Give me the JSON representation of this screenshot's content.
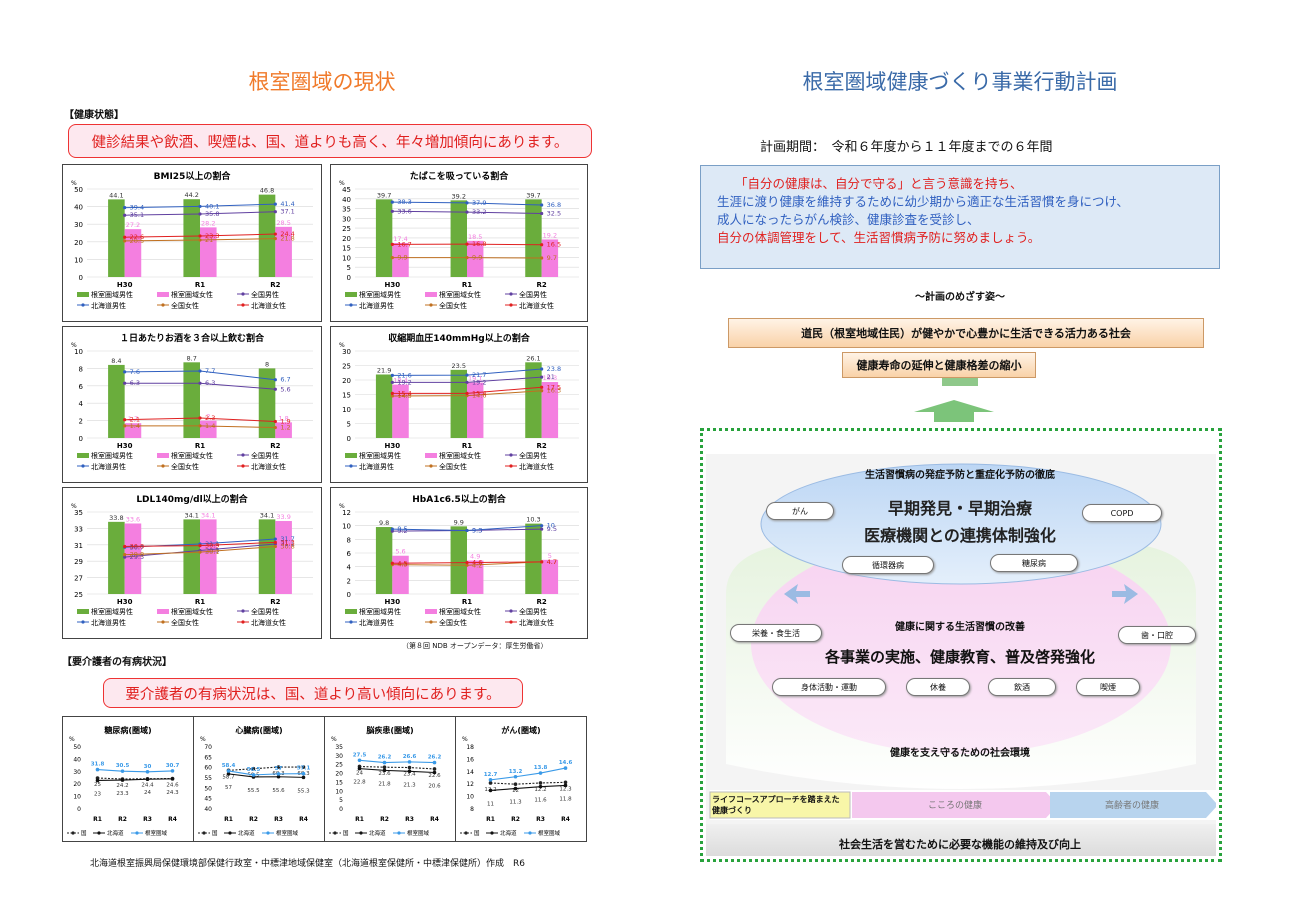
{
  "left": {
    "title": "根室圏域の現状",
    "health_section": "【健康状態】",
    "health_banner": "健診結果や飲酒、喫煙は、国、道よりも高く、年々増加傾向にあります。",
    "source": "（第８回 NDB オープンデータ：厚生労働省）",
    "care_section": "【要介護者の有病状況】",
    "care_banner": "要介護者の有病状況は、国、道より高い傾向にあります。",
    "footer": "北海道根室振興局保健環境部保健行政室・中標津地域保健室（北海道根室保健所・中標津保健所）作成　R6"
  },
  "right": {
    "title": "根室圏域健康づくり事業行動計画",
    "plan_period": "計画期間：　令和６年度から１１年度までの６年間",
    "msg_line1": "「自分の健康は、自分で守る」と言う意識を持ち、",
    "msg_line2": "生涯に渡り健康を維持するために幼少期から適正な生活習慣を身につけ、",
    "msg_line3": "成人になったらがん検診、健康診査を受診し、",
    "msg_line4": "自分の体調管理をして、生活習慣病予防に努めましょう。",
    "mezasu": "～計画のめざす姿～",
    "vision": "道民（根室地域住民）が健やかで心豊かに生活できる活力ある社会",
    "goal": "健康寿命の延伸と健康格差の縮小",
    "layer1_title": "生活習慣病の発症予防と重症化予防の徹底",
    "layer1_main1": "早期発見・早期治療",
    "layer1_main2": "医療機関との連携体制強化",
    "pill_gan": "がん",
    "pill_copd": "COPD",
    "pill_junkanki": "循環器病",
    "pill_tonyo": "糖尿病",
    "layer2_title": "健康に関する生活習慣の改善",
    "layer2_main": "各事業の実施、健康教育、普及啓発強化",
    "pill_eiyo": "栄養・食生活",
    "pill_ha": "歯・口腔",
    "pill_shintai": "身体活動・運動",
    "pill_kyuyo": "休養",
    "pill_inshu": "飲酒",
    "pill_kitsuen": "喫煙",
    "layer3_title": "健康を支え守るための社会環境",
    "lifecourse": "ライフコースアプローチを踏まえた健康づくり",
    "kokoro": "こころの健康",
    "koreisha": "高齢者の健康",
    "bottom": "社会生活を営むために必要な機能の維持及び向上"
  },
  "colors": {
    "green": "#6aad3c",
    "pink": "#f47fe0",
    "blue": "#3060c0",
    "purple": "#6040a0",
    "brown": "#c07020",
    "red": "#e02020"
  },
  "chart_data": [
    {
      "type": "bar",
      "title": "BMI25以上の割合",
      "ylabel": "%",
      "categories": [
        "H30",
        "R1",
        "R2"
      ],
      "ylim": [
        0,
        50
      ],
      "yticks": [
        0,
        10,
        20,
        30,
        40,
        50
      ],
      "series": [
        {
          "name": "根室圏域男性",
          "kind": "bar",
          "values": [
            44.1,
            44.2,
            46.8
          ]
        },
        {
          "name": "根室圏域女性",
          "kind": "bar",
          "values": [
            27.2,
            28.2,
            28.5
          ]
        },
        {
          "name": "全国男性",
          "kind": "line",
          "values": [
            35.1,
            35.8,
            37.1
          ]
        },
        {
          "name": "北海道男性",
          "kind": "line",
          "values": [
            39.4,
            40.1,
            41.4
          ]
        },
        {
          "name": "全国女性",
          "kind": "line",
          "values": [
            20.5,
            21.0,
            21.8
          ]
        },
        {
          "name": "北海道女性",
          "kind": "line",
          "values": [
            22.6,
            23.3,
            24.4
          ]
        }
      ]
    },
    {
      "type": "bar",
      "title": "たばこを吸っている割合",
      "ylabel": "%",
      "categories": [
        "H30",
        "R1",
        "R2"
      ],
      "ylim": [
        0,
        45
      ],
      "yticks": [
        0,
        5,
        10,
        15,
        20,
        25,
        30,
        35,
        40,
        45
      ],
      "series": [
        {
          "name": "根室圏域男性",
          "kind": "bar",
          "values": [
            39.7,
            39.2,
            39.7
          ]
        },
        {
          "name": "根室圏域女性",
          "kind": "bar",
          "values": [
            17.4,
            18.5,
            19.2
          ]
        },
        {
          "name": "全国男性",
          "kind": "line",
          "values": [
            33.6,
            33.2,
            32.5
          ]
        },
        {
          "name": "北海道男性",
          "kind": "line",
          "values": [
            38.3,
            37.9,
            36.8
          ]
        },
        {
          "name": "全国女性",
          "kind": "line",
          "values": [
            9.9,
            9.9,
            9.7
          ]
        },
        {
          "name": "北海道女性",
          "kind": "line",
          "values": [
            16.7,
            16.8,
            16.5
          ]
        }
      ]
    },
    {
      "type": "bar",
      "title": "１日あたりお酒を３合以上飲む割合",
      "ylabel": "%",
      "categories": [
        "H30",
        "R1",
        "R2"
      ],
      "ylim": [
        0,
        10
      ],
      "yticks": [
        0,
        2,
        4,
        6,
        8,
        10
      ],
      "series": [
        {
          "name": "根室圏域男性",
          "kind": "bar",
          "values": [
            8.4,
            8.7,
            8.0
          ]
        },
        {
          "name": "根室圏域女性",
          "kind": "bar",
          "values": [
            1.7,
            2.0,
            1.8
          ]
        },
        {
          "name": "全国男性",
          "kind": "line",
          "values": [
            6.3,
            6.3,
            5.6
          ]
        },
        {
          "name": "北海道男性",
          "kind": "line",
          "values": [
            7.6,
            7.7,
            6.7
          ]
        },
        {
          "name": "全国女性",
          "kind": "line",
          "values": [
            1.4,
            1.4,
            1.2
          ]
        },
        {
          "name": "北海道女性",
          "kind": "line",
          "values": [
            2.1,
            2.3,
            1.9
          ]
        }
      ]
    },
    {
      "type": "bar",
      "title": "収縮期血圧140mmHg以上の割合",
      "ylabel": "%",
      "categories": [
        "H30",
        "R1",
        "R2"
      ],
      "ylim": [
        0,
        30
      ],
      "yticks": [
        0,
        5,
        10,
        15,
        20,
        25,
        30
      ],
      "series": [
        {
          "name": "根室圏域男性",
          "kind": "bar",
          "values": [
            21.9,
            23.5,
            26.1
          ]
        },
        {
          "name": "根室圏域女性",
          "kind": "bar",
          "values": [
            18.4,
            19.1,
            19.3
          ]
        },
        {
          "name": "全国男性",
          "kind": "line",
          "values": [
            19.2,
            19.2,
            21.0
          ]
        },
        {
          "name": "北海道男性",
          "kind": "line",
          "values": [
            21.6,
            21.7,
            23.8
          ]
        },
        {
          "name": "全国女性",
          "kind": "line",
          "values": [
            14.5,
            14.6,
            16.3
          ]
        },
        {
          "name": "北海道女性",
          "kind": "line",
          "values": [
            15.4,
            15.4,
            17.5
          ]
        }
      ]
    },
    {
      "type": "bar",
      "title": "LDL140mg/dl以上の割合",
      "ylabel": "%",
      "categories": [
        "H30",
        "R1",
        "R2"
      ],
      "ylim": [
        25,
        35
      ],
      "yticks": [
        25,
        27,
        29,
        31,
        33,
        35
      ],
      "series": [
        {
          "name": "根室圏域男性",
          "kind": "bar",
          "values": [
            33.8,
            34.1,
            34.1
          ]
        },
        {
          "name": "根室圏域女性",
          "kind": "bar",
          "values": [
            33.6,
            34.1,
            33.9
          ]
        },
        {
          "name": "全国男性",
          "kind": "line",
          "values": [
            29.5,
            30.3,
            31.1
          ]
        },
        {
          "name": "北海道男性",
          "kind": "line",
          "values": [
            30.7,
            31.1,
            31.7
          ]
        },
        {
          "name": "全国女性",
          "kind": "line",
          "values": [
            29.8,
            30.1,
            30.8
          ]
        },
        {
          "name": "北海道女性",
          "kind": "line",
          "values": [
            30.8,
            30.9,
            31.3
          ]
        }
      ]
    },
    {
      "type": "bar",
      "title": "HbA1c6.5以上の割合",
      "ylabel": "%",
      "categories": [
        "H30",
        "R1",
        "R2"
      ],
      "ylim": [
        0,
        12
      ],
      "yticks": [
        0,
        2,
        4,
        6,
        8,
        10,
        12
      ],
      "series": [
        {
          "name": "根室圏域男性",
          "kind": "bar",
          "values": [
            9.8,
            9.9,
            10.3
          ]
        },
        {
          "name": "根室圏域女性",
          "kind": "bar",
          "values": [
            5.6,
            4.9,
            5.0
          ]
        },
        {
          "name": "全国男性",
          "kind": "line",
          "values": [
            9.2,
            9.3,
            9.5
          ]
        },
        {
          "name": "北海道男性",
          "kind": "line",
          "values": [
            9.5,
            9.3,
            10.0
          ]
        },
        {
          "name": "全国女性",
          "kind": "line",
          "values": [
            4.3,
            4.2,
            4.7
          ]
        },
        {
          "name": "北海道女性",
          "kind": "line",
          "values": [
            4.5,
            4.6,
            4.7
          ]
        }
      ]
    },
    {
      "type": "line",
      "title": "糖尿病(圏域)",
      "ylabel": "%",
      "categories": [
        "R1",
        "R2",
        "R3",
        "R4"
      ],
      "ylim": [
        0,
        50
      ],
      "yticks": [
        0,
        10,
        20,
        30,
        40,
        50
      ],
      "series": [
        {
          "name": "国",
          "values": [
            25.0,
            24.2,
            24.4,
            24.6
          ]
        },
        {
          "name": "北海道",
          "values": [
            23.0,
            23.3,
            24.0,
            24.3
          ]
        },
        {
          "name": "根室圏域",
          "values": [
            31.8,
            30.5,
            30.0,
            30.7
          ]
        }
      ]
    },
    {
      "type": "line",
      "title": "心臓病(圏域)",
      "ylabel": "%",
      "categories": [
        "R1",
        "R2",
        "R3",
        "R4"
      ],
      "ylim": [
        40,
        70
      ],
      "yticks": [
        40,
        45,
        50,
        55,
        60,
        65,
        70
      ],
      "series": [
        {
          "name": "国",
          "values": [
            58.7,
            59.5,
            60.3,
            60.3
          ]
        },
        {
          "name": "北海道",
          "values": [
            57.0,
            55.5,
            55.6,
            55.3
          ]
        },
        {
          "name": "根室圏域",
          "values": [
            58.4,
            56.5,
            57.0,
            57.1
          ]
        }
      ]
    },
    {
      "type": "line",
      "title": "脳疾患(圏域)",
      "ylabel": "%",
      "categories": [
        "R1",
        "R2",
        "R3",
        "R4"
      ],
      "ylim": [
        0,
        35
      ],
      "yticks": [
        0,
        5,
        10,
        15,
        20,
        25,
        30,
        35
      ],
      "series": [
        {
          "name": "国",
          "values": [
            24.0,
            23.6,
            23.4,
            22.6
          ]
        },
        {
          "name": "北海道",
          "values": [
            22.8,
            21.8,
            21.3,
            20.6
          ]
        },
        {
          "name": "根室圏域",
          "values": [
            27.5,
            26.2,
            26.6,
            26.2
          ]
        }
      ]
    },
    {
      "type": "line",
      "title": "がん(圏域)",
      "ylabel": "%",
      "categories": [
        "R1",
        "R2",
        "R3",
        "R4"
      ],
      "ylim": [
        8,
        18
      ],
      "yticks": [
        8,
        10,
        12,
        14,
        16,
        18
      ],
      "series": [
        {
          "name": "国",
          "values": [
            12.2,
            12.0,
            12.2,
            12.3
          ]
        },
        {
          "name": "北海道",
          "values": [
            11.0,
            11.3,
            11.6,
            11.8
          ]
        },
        {
          "name": "根室圏域",
          "values": [
            12.7,
            13.2,
            13.8,
            14.6
          ]
        }
      ]
    }
  ]
}
